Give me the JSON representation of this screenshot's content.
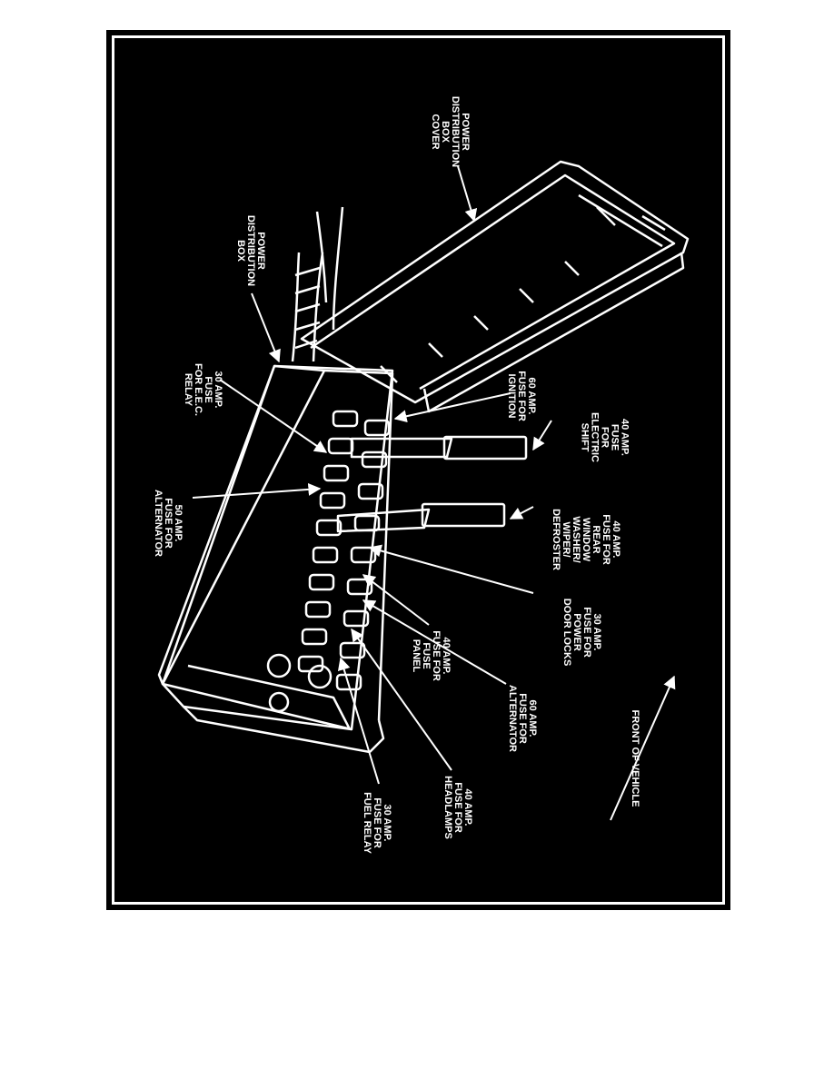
{
  "colors": {
    "background": "#000000",
    "line": "#ffffff",
    "page": "#ffffff"
  },
  "labels": {
    "cover": "POWER\nDISTRIBUTION\nBOX\nCOVER",
    "box": "POWER\nDISTRIBUTION\nBOX",
    "fuse_ignition": "60 AMP.\nFUSE FOR\nIGNITION",
    "fuse_eec": "30 AMP.\nFUSE\nFOR E.E.C.\nRELAY",
    "fuse_shift": "40 AMP.\nFUSE\nFOR\nELECTRIC\nSHIFT",
    "fuse_rear_window": "40 AMP.\nFUSE FOR\nREAR\nWINDOW\nWASHER/\nWIPER/\nDEFROSTER",
    "fuse_alt50": "50 AMP.\nFUSE FOR\nALTERNATOR",
    "fuse_door_locks": "30 AMP.\nFUSE FOR\nPOWER\nDOOR LOCKS",
    "fuse_panel": "40 AMP.\nFUSE FOR\nFUSE\nPANEL",
    "fuse_alt60": "60 AMP.\nFUSE FOR\nALTERNATOR",
    "fuse_headlamps": "40 AMP.\nFUSE FOR\nHEADLAMPS",
    "fuse_fuel_relay": "30 AMP.\nFUSE FOR\nFUEL RELAY",
    "front": "FRONT OF VEHICLE"
  }
}
